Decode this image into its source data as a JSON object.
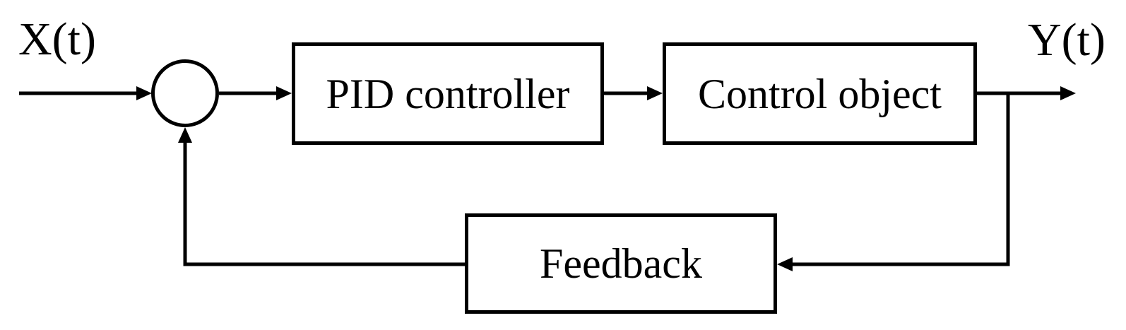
{
  "diagram": {
    "type": "control-loop-block-diagram",
    "input_label": "X(t)",
    "output_label": "Y(t)",
    "blocks": {
      "pid": "PID controller",
      "control": "Control object",
      "feedback": "Feedback"
    },
    "summing_junction": {
      "shape": "circle"
    },
    "connections": [
      {
        "from": "input X(t)",
        "to": "summing-junction"
      },
      {
        "from": "summing-junction",
        "to": "PID controller"
      },
      {
        "from": "PID controller",
        "to": "Control object"
      },
      {
        "from": "Control object",
        "to": "output Y(t)"
      },
      {
        "from": "output line",
        "to": "Feedback"
      },
      {
        "from": "Feedback",
        "to": "summing-junction"
      }
    ],
    "colors": {
      "stroke": "#000000",
      "background": "#ffffff"
    }
  }
}
